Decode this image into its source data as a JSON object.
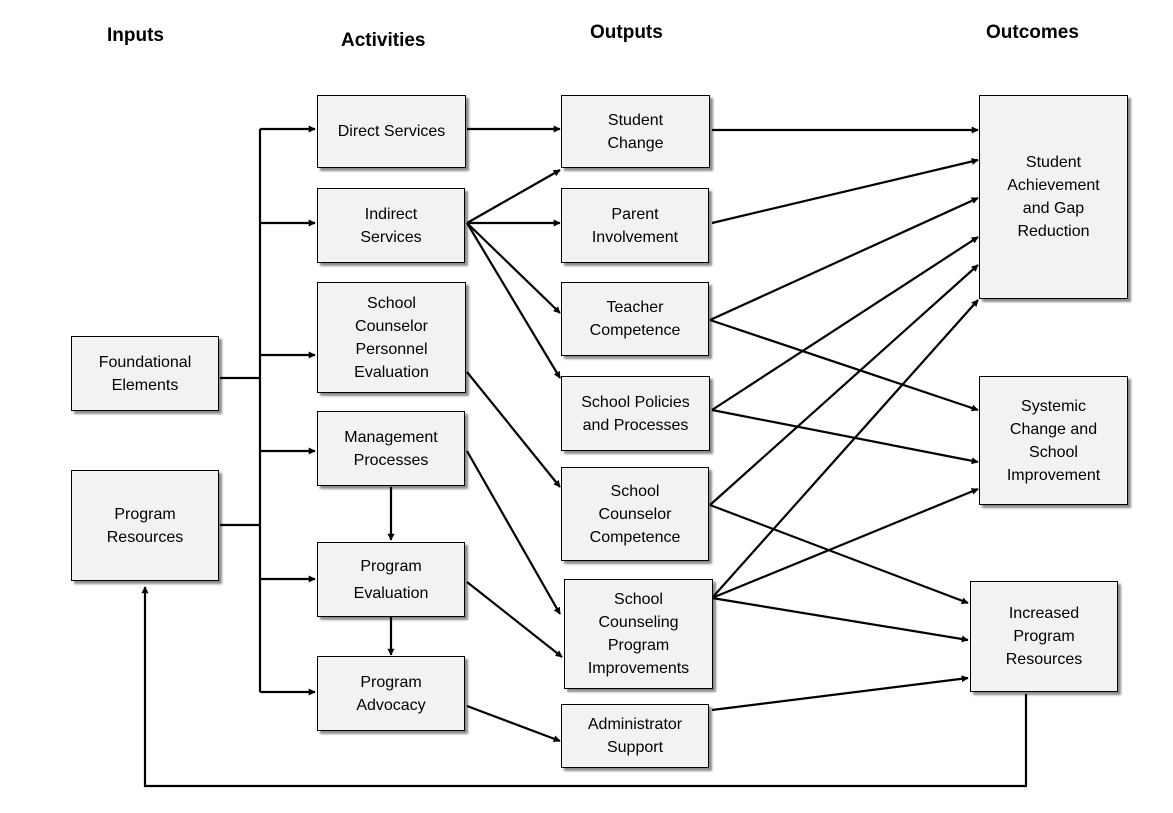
{
  "headers": {
    "inputs": "Inputs",
    "activities": "Activities",
    "outputs": "Outputs",
    "outcomes": "Outcomes"
  },
  "inputs": {
    "foundational": "Foundational Elements",
    "resources": "Program Resources"
  },
  "activities": {
    "direct": "Direct Services",
    "indirect": "Indirect Services",
    "personnel": "School Counselor Personnel Evaluation",
    "management": "Management Processes",
    "evaluation": "Program Evaluation",
    "advocacy": "Program Advocacy"
  },
  "outputs": {
    "student": "Student Change",
    "parent": "Parent Involvement",
    "teacher": "Teacher Competence",
    "policies": "School Policies and Processes",
    "counselor": "School Counselor Competence",
    "improvements": "School Counseling Program Improvements",
    "admin": "Administrator Support"
  },
  "outcomes": {
    "achievement": "Student Achievement and Gap Reduction",
    "systemic": "Systemic Change and School Improvement",
    "increased": "Increased Program Resources"
  }
}
